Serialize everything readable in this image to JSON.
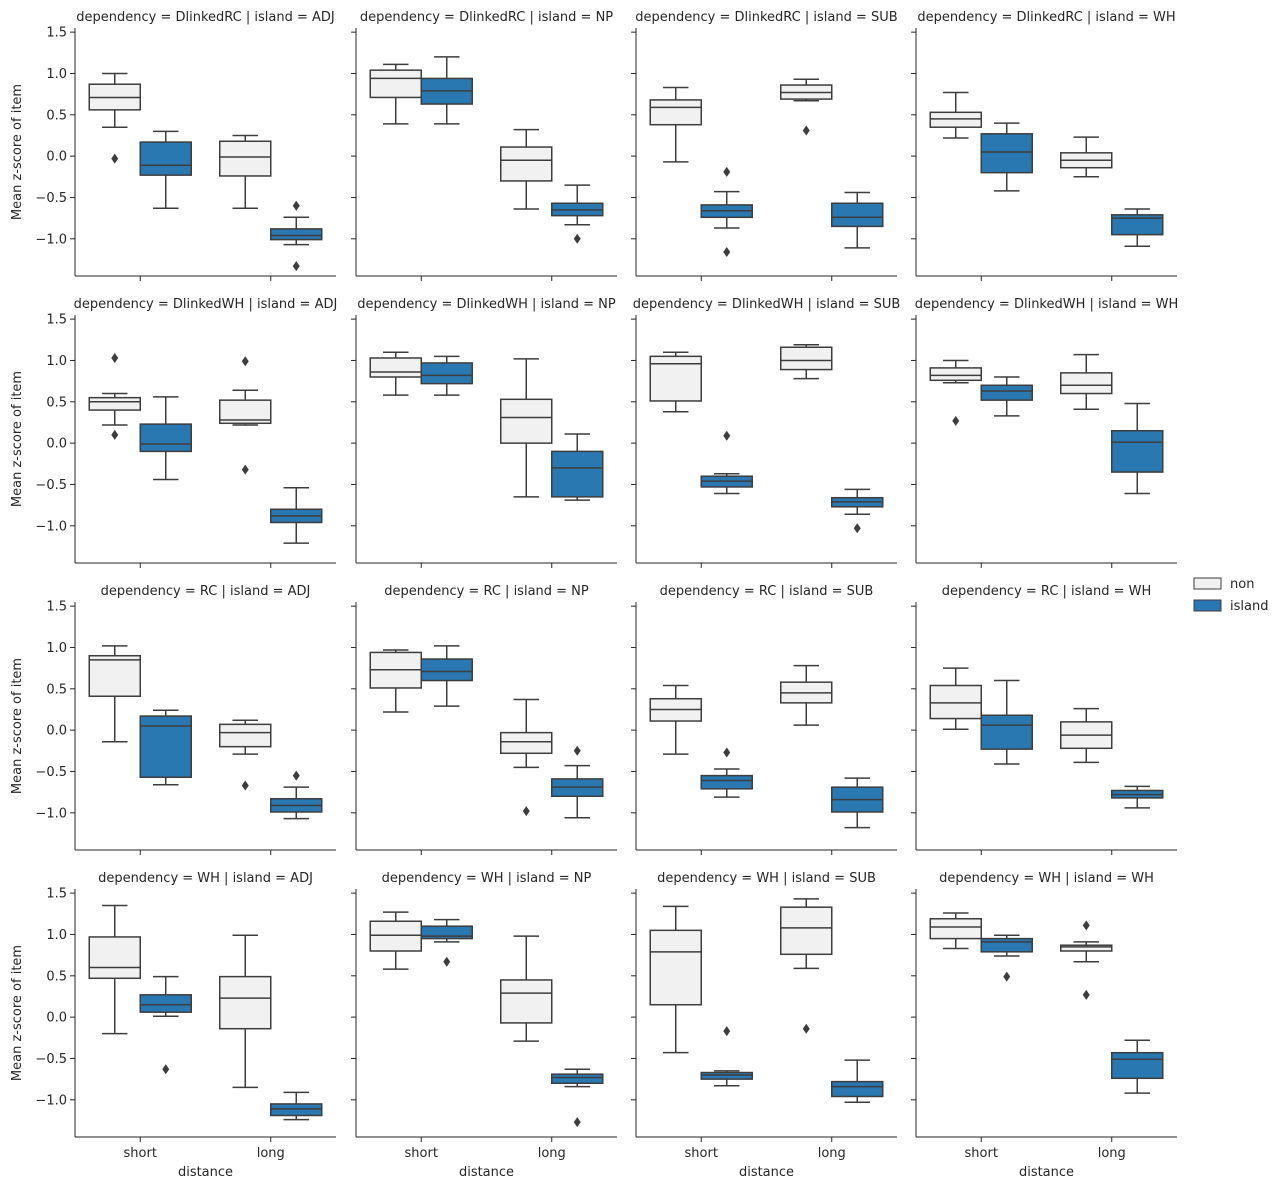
{
  "chart_data": {
    "type": "box",
    "layout": "facet-grid 4x4",
    "x": {
      "label": "distance",
      "categories": [
        "short",
        "long"
      ]
    },
    "y": {
      "label": "Mean z-score of item",
      "ylim": [
        -1.45,
        1.55
      ],
      "ticks": [
        "1.5",
        "1.0",
        "0.5",
        "0.0",
        "−0.5",
        "−1.0"
      ],
      "tick_values": [
        1.5,
        1.0,
        0.5,
        0.0,
        -0.5,
        -1.0
      ]
    },
    "hue": {
      "levels": [
        "non",
        "island"
      ],
      "colors": {
        "non": "#f1f1f2",
        "island": "#2a78b1"
      },
      "line_color": "#3d3d3d"
    },
    "legend": {
      "placement": "right",
      "entries": [
        "non",
        "island"
      ]
    },
    "grid": false,
    "panels": [
      {
        "title": "dependency = DlinkedRC | island = ADJ",
        "boxes": [
          {
            "distance": "short",
            "group": "non",
            "wl": 0.35,
            "q1": 0.56,
            "median": 0.71,
            "q3": 0.87,
            "wh": 1.0,
            "outliers": [
              -0.03
            ]
          },
          {
            "distance": "short",
            "group": "island",
            "wl": -0.63,
            "q1": -0.23,
            "median": -0.11,
            "q3": 0.17,
            "wh": 0.3,
            "outliers": []
          },
          {
            "distance": "long",
            "group": "non",
            "wl": -0.63,
            "q1": -0.24,
            "median": -0.01,
            "q3": 0.18,
            "wh": 0.25,
            "outliers": []
          },
          {
            "distance": "long",
            "group": "island",
            "wl": -1.07,
            "q1": -1.01,
            "median": -0.96,
            "q3": -0.88,
            "wh": -0.74,
            "outliers": [
              -0.6,
              -1.33
            ]
          }
        ]
      },
      {
        "title": "dependency = DlinkedRC | island = NP",
        "boxes": [
          {
            "distance": "short",
            "group": "non",
            "wl": 0.39,
            "q1": 0.71,
            "median": 0.94,
            "q3": 1.04,
            "wh": 1.11,
            "outliers": []
          },
          {
            "distance": "short",
            "group": "island",
            "wl": 0.39,
            "q1": 0.63,
            "median": 0.79,
            "q3": 0.94,
            "wh": 1.2,
            "outliers": []
          },
          {
            "distance": "long",
            "group": "non",
            "wl": -0.64,
            "q1": -0.3,
            "median": -0.05,
            "q3": 0.11,
            "wh": 0.32,
            "outliers": []
          },
          {
            "distance": "long",
            "group": "island",
            "wl": -0.83,
            "q1": -0.72,
            "median": -0.65,
            "q3": -0.57,
            "wh": -0.35,
            "outliers": [
              -1.0
            ]
          }
        ]
      },
      {
        "title": "dependency = DlinkedRC | island = SUB",
        "boxes": [
          {
            "distance": "short",
            "group": "non",
            "wl": -0.07,
            "q1": 0.38,
            "median": 0.59,
            "q3": 0.68,
            "wh": 0.83,
            "outliers": []
          },
          {
            "distance": "short",
            "group": "island",
            "wl": -0.87,
            "q1": -0.74,
            "median": -0.66,
            "q3": -0.59,
            "wh": -0.43,
            "outliers": [
              -0.19,
              -1.16
            ]
          },
          {
            "distance": "long",
            "group": "non",
            "wl": 0.67,
            "q1": 0.69,
            "median": 0.77,
            "q3": 0.86,
            "wh": 0.93,
            "outliers": [
              0.31
            ]
          },
          {
            "distance": "long",
            "group": "island",
            "wl": -1.11,
            "q1": -0.85,
            "median": -0.74,
            "q3": -0.57,
            "wh": -0.44,
            "outliers": []
          }
        ]
      },
      {
        "title": "dependency = DlinkedRC | island = WH",
        "boxes": [
          {
            "distance": "short",
            "group": "non",
            "wl": 0.22,
            "q1": 0.35,
            "median": 0.45,
            "q3": 0.53,
            "wh": 0.77,
            "outliers": []
          },
          {
            "distance": "short",
            "group": "island",
            "wl": -0.42,
            "q1": -0.2,
            "median": 0.05,
            "q3": 0.27,
            "wh": 0.4,
            "outliers": []
          },
          {
            "distance": "long",
            "group": "non",
            "wl": -0.25,
            "q1": -0.14,
            "median": -0.05,
            "q3": 0.04,
            "wh": 0.23,
            "outliers": []
          },
          {
            "distance": "long",
            "group": "island",
            "wl": -1.09,
            "q1": -0.95,
            "median": -0.75,
            "q3": -0.71,
            "wh": -0.64,
            "outliers": []
          }
        ]
      },
      {
        "title": "dependency = DlinkedWH | island = ADJ",
        "boxes": [
          {
            "distance": "short",
            "group": "non",
            "wl": 0.22,
            "q1": 0.4,
            "median": 0.5,
            "q3": 0.55,
            "wh": 0.6,
            "outliers": [
              1.03,
              0.1
            ]
          },
          {
            "distance": "short",
            "group": "island",
            "wl": -0.44,
            "q1": -0.1,
            "median": -0.01,
            "q3": 0.23,
            "wh": 0.56,
            "outliers": []
          },
          {
            "distance": "long",
            "group": "non",
            "wl": 0.22,
            "q1": 0.24,
            "median": 0.28,
            "q3": 0.52,
            "wh": 0.64,
            "outliers": [
              0.99,
              -0.32
            ]
          },
          {
            "distance": "long",
            "group": "island",
            "wl": -1.21,
            "q1": -0.96,
            "median": -0.88,
            "q3": -0.8,
            "wh": -0.54,
            "outliers": []
          }
        ]
      },
      {
        "title": "dependency = DlinkedWH | island = NP",
        "boxes": [
          {
            "distance": "short",
            "group": "non",
            "wl": 0.58,
            "q1": 0.8,
            "median": 0.86,
            "q3": 1.03,
            "wh": 1.1,
            "outliers": []
          },
          {
            "distance": "short",
            "group": "island",
            "wl": 0.58,
            "q1": 0.72,
            "median": 0.82,
            "q3": 0.97,
            "wh": 1.05,
            "outliers": []
          },
          {
            "distance": "long",
            "group": "non",
            "wl": -0.65,
            "q1": 0.0,
            "median": 0.31,
            "q3": 0.53,
            "wh": 1.02,
            "outliers": []
          },
          {
            "distance": "long",
            "group": "island",
            "wl": -0.69,
            "q1": -0.65,
            "median": -0.3,
            "q3": -0.1,
            "wh": 0.11,
            "outliers": []
          }
        ]
      },
      {
        "title": "dependency = DlinkedWH | island = SUB",
        "boxes": [
          {
            "distance": "short",
            "group": "non",
            "wl": 0.38,
            "q1": 0.51,
            "median": 0.96,
            "q3": 1.05,
            "wh": 1.1,
            "outliers": []
          },
          {
            "distance": "short",
            "group": "island",
            "wl": -0.61,
            "q1": -0.53,
            "median": -0.46,
            "q3": -0.4,
            "wh": -0.37,
            "outliers": [
              0.09
            ]
          },
          {
            "distance": "long",
            "group": "non",
            "wl": 0.78,
            "q1": 0.89,
            "median": 1.0,
            "q3": 1.16,
            "wh": 1.19,
            "outliers": []
          },
          {
            "distance": "long",
            "group": "island",
            "wl": -0.86,
            "q1": -0.77,
            "median": -0.71,
            "q3": -0.66,
            "wh": -0.56,
            "outliers": [
              -1.03
            ]
          }
        ]
      },
      {
        "title": "dependency = DlinkedWH | island = WH",
        "boxes": [
          {
            "distance": "short",
            "group": "non",
            "wl": 0.73,
            "q1": 0.76,
            "median": 0.82,
            "q3": 0.91,
            "wh": 1.0,
            "outliers": [
              0.27
            ]
          },
          {
            "distance": "short",
            "group": "island",
            "wl": 0.33,
            "q1": 0.52,
            "median": 0.63,
            "q3": 0.7,
            "wh": 0.8,
            "outliers": []
          },
          {
            "distance": "long",
            "group": "non",
            "wl": 0.41,
            "q1": 0.6,
            "median": 0.7,
            "q3": 0.85,
            "wh": 1.07,
            "outliers": []
          },
          {
            "distance": "long",
            "group": "island",
            "wl": -0.61,
            "q1": -0.35,
            "median": 0.01,
            "q3": 0.15,
            "wh": 0.48,
            "outliers": []
          }
        ]
      },
      {
        "title": "dependency = RC | island = ADJ",
        "boxes": [
          {
            "distance": "short",
            "group": "non",
            "wl": -0.14,
            "q1": 0.41,
            "median": 0.85,
            "q3": 0.9,
            "wh": 1.02,
            "outliers": []
          },
          {
            "distance": "short",
            "group": "island",
            "wl": -0.66,
            "q1": -0.57,
            "median": 0.05,
            "q3": 0.17,
            "wh": 0.24,
            "outliers": []
          },
          {
            "distance": "long",
            "group": "non",
            "wl": -0.29,
            "q1": -0.2,
            "median": -0.03,
            "q3": 0.07,
            "wh": 0.12,
            "outliers": [
              -0.67
            ]
          },
          {
            "distance": "long",
            "group": "island",
            "wl": -1.07,
            "q1": -0.99,
            "median": -0.91,
            "q3": -0.83,
            "wh": -0.69,
            "outliers": [
              -0.55
            ]
          }
        ]
      },
      {
        "title": "dependency = RC | island = NP",
        "boxes": [
          {
            "distance": "short",
            "group": "non",
            "wl": 0.22,
            "q1": 0.51,
            "median": 0.73,
            "q3": 0.94,
            "wh": 0.97,
            "outliers": []
          },
          {
            "distance": "short",
            "group": "island",
            "wl": 0.29,
            "q1": 0.6,
            "median": 0.71,
            "q3": 0.86,
            "wh": 1.02,
            "outliers": []
          },
          {
            "distance": "long",
            "group": "non",
            "wl": -0.45,
            "q1": -0.28,
            "median": -0.14,
            "q3": -0.03,
            "wh": 0.37,
            "outliers": [
              -0.98
            ]
          },
          {
            "distance": "long",
            "group": "island",
            "wl": -1.06,
            "q1": -0.8,
            "median": -0.69,
            "q3": -0.59,
            "wh": -0.43,
            "outliers": [
              -0.25
            ]
          }
        ]
      },
      {
        "title": "dependency = RC | island = SUB",
        "boxes": [
          {
            "distance": "short",
            "group": "non",
            "wl": -0.29,
            "q1": 0.11,
            "median": 0.25,
            "q3": 0.38,
            "wh": 0.54,
            "outliers": []
          },
          {
            "distance": "short",
            "group": "island",
            "wl": -0.81,
            "q1": -0.71,
            "median": -0.61,
            "q3": -0.55,
            "wh": -0.47,
            "outliers": [
              -0.27
            ]
          },
          {
            "distance": "long",
            "group": "non",
            "wl": 0.06,
            "q1": 0.33,
            "median": 0.45,
            "q3": 0.58,
            "wh": 0.78,
            "outliers": []
          },
          {
            "distance": "long",
            "group": "island",
            "wl": -1.18,
            "q1": -0.99,
            "median": -0.84,
            "q3": -0.69,
            "wh": -0.58,
            "outliers": []
          }
        ]
      },
      {
        "title": "dependency = RC | island = WH",
        "boxes": [
          {
            "distance": "short",
            "group": "non",
            "wl": 0.01,
            "q1": 0.14,
            "median": 0.33,
            "q3": 0.54,
            "wh": 0.75,
            "outliers": []
          },
          {
            "distance": "short",
            "group": "island",
            "wl": -0.41,
            "q1": -0.23,
            "median": 0.06,
            "q3": 0.18,
            "wh": 0.6,
            "outliers": []
          },
          {
            "distance": "long",
            "group": "non",
            "wl": -0.39,
            "q1": -0.22,
            "median": -0.06,
            "q3": 0.1,
            "wh": 0.26,
            "outliers": []
          },
          {
            "distance": "long",
            "group": "island",
            "wl": -0.94,
            "q1": -0.82,
            "median": -0.78,
            "q3": -0.73,
            "wh": -0.68,
            "outliers": []
          }
        ]
      },
      {
        "title": "dependency = WH | island = ADJ",
        "boxes": [
          {
            "distance": "short",
            "group": "non",
            "wl": -0.2,
            "q1": 0.47,
            "median": 0.6,
            "q3": 0.97,
            "wh": 1.35,
            "outliers": []
          },
          {
            "distance": "short",
            "group": "island",
            "wl": 0.01,
            "q1": 0.06,
            "median": 0.15,
            "q3": 0.27,
            "wh": 0.49,
            "outliers": [
              -0.63
            ]
          },
          {
            "distance": "long",
            "group": "non",
            "wl": -0.85,
            "q1": -0.14,
            "median": 0.23,
            "q3": 0.49,
            "wh": 0.99,
            "outliers": []
          },
          {
            "distance": "long",
            "group": "island",
            "wl": -1.24,
            "q1": -1.19,
            "median": -1.11,
            "q3": -1.05,
            "wh": -0.91,
            "outliers": []
          }
        ]
      },
      {
        "title": "dependency = WH | island = NP",
        "boxes": [
          {
            "distance": "short",
            "group": "non",
            "wl": 0.58,
            "q1": 0.8,
            "median": 0.99,
            "q3": 1.16,
            "wh": 1.27,
            "outliers": []
          },
          {
            "distance": "short",
            "group": "island",
            "wl": 0.91,
            "q1": 0.95,
            "median": 0.98,
            "q3": 1.1,
            "wh": 1.18,
            "outliers": [
              0.67
            ]
          },
          {
            "distance": "long",
            "group": "non",
            "wl": -0.29,
            "q1": -0.07,
            "median": 0.29,
            "q3": 0.45,
            "wh": 0.98,
            "outliers": []
          },
          {
            "distance": "long",
            "group": "island",
            "wl": -0.84,
            "q1": -0.8,
            "median": -0.73,
            "q3": -0.69,
            "wh": -0.63,
            "outliers": [
              -1.27
            ]
          }
        ]
      },
      {
        "title": "dependency = WH | island = SUB",
        "boxes": [
          {
            "distance": "short",
            "group": "non",
            "wl": -0.43,
            "q1": 0.15,
            "median": 0.79,
            "q3": 1.05,
            "wh": 1.34,
            "outliers": []
          },
          {
            "distance": "short",
            "group": "island",
            "wl": -0.83,
            "q1": -0.75,
            "median": -0.7,
            "q3": -0.67,
            "wh": -0.65,
            "outliers": [
              -0.17
            ]
          },
          {
            "distance": "long",
            "group": "non",
            "wl": 0.59,
            "q1": 0.76,
            "median": 1.08,
            "q3": 1.33,
            "wh": 1.43,
            "outliers": [
              -0.14
            ]
          },
          {
            "distance": "long",
            "group": "island",
            "wl": -1.03,
            "q1": -0.96,
            "median": -0.84,
            "q3": -0.78,
            "wh": -0.52,
            "outliers": []
          }
        ]
      },
      {
        "title": "dependency = WH | island = WH",
        "boxes": [
          {
            "distance": "short",
            "group": "non",
            "wl": 0.83,
            "q1": 0.95,
            "median": 1.09,
            "q3": 1.19,
            "wh": 1.26,
            "outliers": []
          },
          {
            "distance": "short",
            "group": "island",
            "wl": 0.74,
            "q1": 0.79,
            "median": 0.91,
            "q3": 0.95,
            "wh": 0.99,
            "outliers": [
              0.49
            ]
          },
          {
            "distance": "long",
            "group": "non",
            "wl": 0.67,
            "q1": 0.8,
            "median": 0.85,
            "q3": 0.87,
            "wh": 0.91,
            "outliers": [
              1.11,
              0.27
            ]
          },
          {
            "distance": "long",
            "group": "island",
            "wl": -0.92,
            "q1": -0.74,
            "median": -0.51,
            "q3": -0.43,
            "wh": -0.28,
            "outliers": []
          }
        ]
      }
    ]
  }
}
